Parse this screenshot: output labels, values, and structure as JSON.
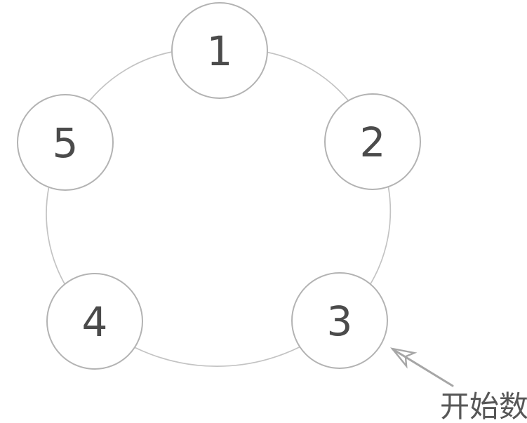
{
  "diagram": {
    "type": "circular-counting-ring",
    "nodes": [
      {
        "value": "1"
      },
      {
        "value": "2"
      },
      {
        "value": "3"
      },
      {
        "value": "4"
      },
      {
        "value": "5"
      }
    ],
    "annotation": {
      "label": "开始数",
      "points_to_node": "3"
    },
    "colors": {
      "background": "#ffffff",
      "ring_stroke": "#c3c3c3",
      "node_stroke": "#b3b3b3",
      "node_fill": "#ffffff",
      "number_color": "#4b4b4b",
      "arrow_color": "#a6a6a6",
      "label_color": "#575757"
    }
  }
}
